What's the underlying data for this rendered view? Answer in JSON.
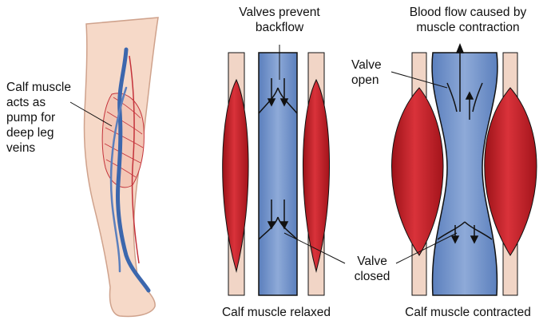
{
  "labels": {
    "calf_pump": "Calf muscle\nacts as\npump for\ndeep leg\nveins",
    "valves_prevent": "Valves prevent\nbackflow",
    "blood_flow": "Blood flow caused by\nmuscle contraction",
    "valve_open": "Valve\nopen",
    "valve_closed": "Valve\nclosed",
    "caption_relaxed": "Calf muscle relaxed",
    "caption_contracted": "Calf muscle contracted"
  },
  "colors": {
    "skin": "#f6d9c8",
    "skin_outline": "#cfa28c",
    "vein_blue": "#6d8fc7",
    "vein_dark": "#3c67ad",
    "muscle_red": "#c8202a",
    "muscle_dark": "#8e1016",
    "tendon": "#f1d5c6",
    "outline": "#111111"
  }
}
